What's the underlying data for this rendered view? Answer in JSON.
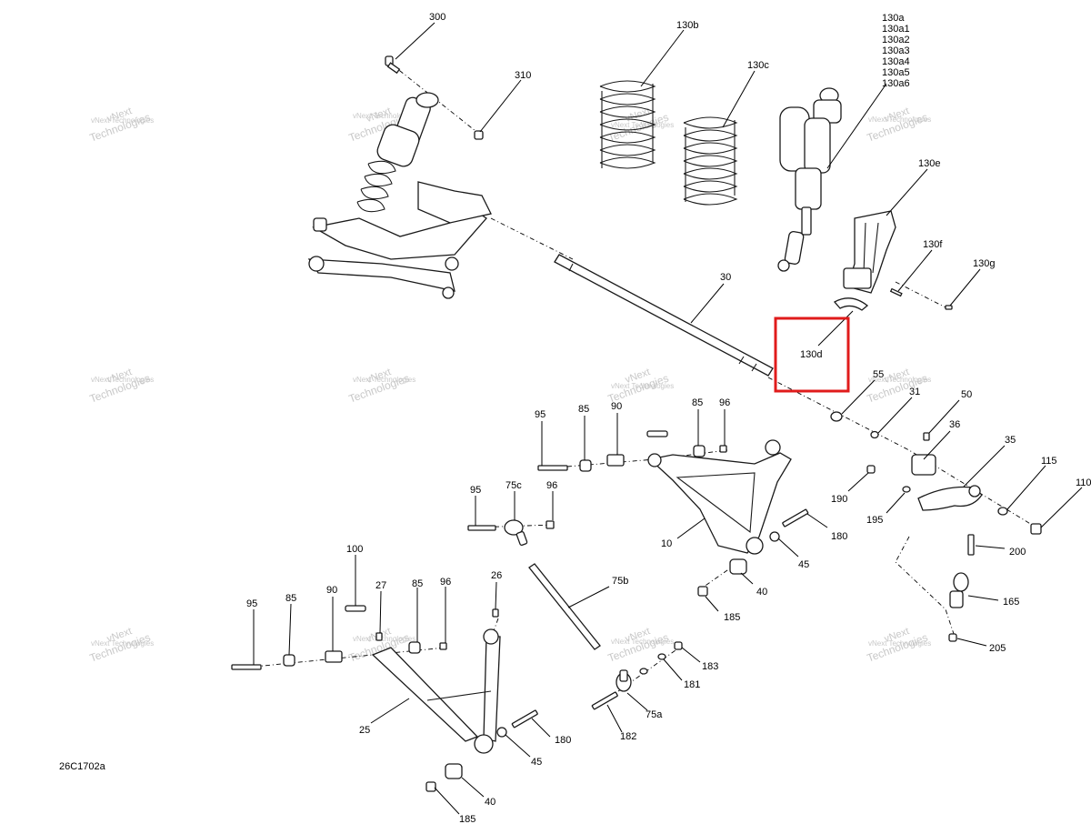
{
  "diagram_code": "26C1702a",
  "watermark": {
    "line1": "vNext",
    "line2": "Technologies",
    "line3": "vNext Technologies"
  },
  "highlight": {
    "color": "#e01b1b",
    "part": "130d"
  },
  "callouts": {
    "c300": "300",
    "c310": "310",
    "c130b": "130b",
    "c130c": "130c",
    "c130a": "130a",
    "c130a1": "130a1",
    "c130a2": "130a2",
    "c130a3": "130a3",
    "c130a4": "130a4",
    "c130a5": "130a5",
    "c130a6": "130a6",
    "c130e": "130e",
    "c130f": "130f",
    "c130g": "130g",
    "c30": "30",
    "c130d": "130d",
    "c55": "55",
    "c31": "31",
    "c50": "50",
    "c36": "36",
    "c35": "35",
    "c115": "115",
    "c110": "110",
    "c190": "190",
    "c195": "195",
    "c180a": "180",
    "c45a": "45",
    "c40a": "40",
    "c185a": "185",
    "c10": "10",
    "c95a": "95",
    "c85a": "85",
    "c90a": "90",
    "c85b": "85",
    "c96a": "96",
    "c95b": "95",
    "c75c": "75c",
    "c96b": "96",
    "c75b": "75b",
    "c200": "200",
    "c165": "165",
    "c205": "205",
    "c100": "100",
    "c27": "27",
    "c95c": "95",
    "c85c": "85",
    "c90b": "90",
    "c85d": "85",
    "c96c": "96",
    "c26": "26",
    "c25": "25",
    "c180b": "180",
    "c45b": "45",
    "c40b": "40",
    "c185b": "185",
    "c183": "183",
    "c181": "181",
    "c75a": "75a",
    "c182": "182"
  }
}
